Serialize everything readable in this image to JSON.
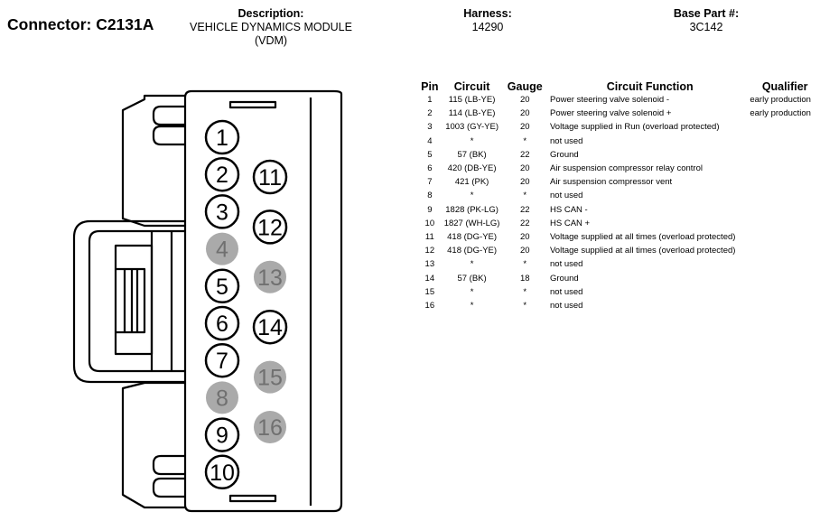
{
  "header": {
    "connector_title": "Connector: C2131A",
    "description_label": "Description:",
    "description_line1": "VEHICLE DYNAMICS MODULE",
    "description_line2": "(VDM)",
    "harness_label": "Harness:",
    "harness_value": "14290",
    "base_part_label": "Base Part #:",
    "base_part_value": "3C142"
  },
  "table": {
    "headers": {
      "pin": "Pin",
      "circuit": "Circuit",
      "gauge": "Gauge",
      "function": "Circuit Function",
      "qualifier": "Qualifier"
    },
    "rows": [
      {
        "pin": "1",
        "circuit": "115 (LB-YE)",
        "gauge": "20",
        "function": "Power steering valve solenoid -",
        "qualifier": "early production"
      },
      {
        "pin": "2",
        "circuit": "114 (LB-YE)",
        "gauge": "20",
        "function": "Power steering valve solenoid +",
        "qualifier": "early production"
      },
      {
        "pin": "3",
        "circuit": "1003 (GY-YE)",
        "gauge": "20",
        "function": "Voltage supplied in Run (overload protected)",
        "qualifier": ""
      },
      {
        "pin": "4",
        "circuit": "*",
        "gauge": "*",
        "function": "not used",
        "qualifier": ""
      },
      {
        "pin": "5",
        "circuit": "57 (BK)",
        "gauge": "22",
        "function": "Ground",
        "qualifier": ""
      },
      {
        "pin": "6",
        "circuit": "420 (DB-YE)",
        "gauge": "20",
        "function": "Air suspension compressor relay control",
        "qualifier": ""
      },
      {
        "pin": "7",
        "circuit": "421 (PK)",
        "gauge": "20",
        "function": "Air suspension compressor vent",
        "qualifier": ""
      },
      {
        "pin": "8",
        "circuit": "*",
        "gauge": "*",
        "function": "not used",
        "qualifier": ""
      },
      {
        "pin": "9",
        "circuit": "1828 (PK-LG)",
        "gauge": "22",
        "function": "HS CAN -",
        "qualifier": ""
      },
      {
        "pin": "10",
        "circuit": "1827 (WH-LG)",
        "gauge": "22",
        "function": "HS CAN +",
        "qualifier": ""
      },
      {
        "pin": "11",
        "circuit": "418 (DG-YE)",
        "gauge": "20",
        "function": "Voltage supplied at all times (overload protected)",
        "qualifier": ""
      },
      {
        "pin": "12",
        "circuit": "418 (DG-YE)",
        "gauge": "20",
        "function": "Voltage supplied at all times (overload protected)",
        "qualifier": ""
      },
      {
        "pin": "13",
        "circuit": "*",
        "gauge": "*",
        "function": "not used",
        "qualifier": ""
      },
      {
        "pin": "14",
        "circuit": "57 (BK)",
        "gauge": "18",
        "function": "Ground",
        "qualifier": ""
      },
      {
        "pin": "15",
        "circuit": "*",
        "gauge": "*",
        "function": "not used",
        "qualifier": ""
      },
      {
        "pin": "16",
        "circuit": "*",
        "gauge": "*",
        "function": "not used",
        "qualifier": ""
      }
    ]
  },
  "diagram": {
    "pins": [
      {
        "label": "1",
        "used": true
      },
      {
        "label": "2",
        "used": true
      },
      {
        "label": "3",
        "used": true
      },
      {
        "label": "4",
        "used": false
      },
      {
        "label": "5",
        "used": true
      },
      {
        "label": "6",
        "used": true
      },
      {
        "label": "7",
        "used": true
      },
      {
        "label": "8",
        "used": false
      },
      {
        "label": "9",
        "used": true
      },
      {
        "label": "10",
        "used": true
      },
      {
        "label": "11",
        "used": true
      },
      {
        "label": "12",
        "used": true
      },
      {
        "label": "13",
        "used": false
      },
      {
        "label": "14",
        "used": true
      },
      {
        "label": "15",
        "used": false
      },
      {
        "label": "16",
        "used": false
      }
    ],
    "colors": {
      "outline": "#000000",
      "unused_fill": "#aaaaaa",
      "unused_text": "#707070",
      "used_fill": "#ffffff"
    }
  }
}
